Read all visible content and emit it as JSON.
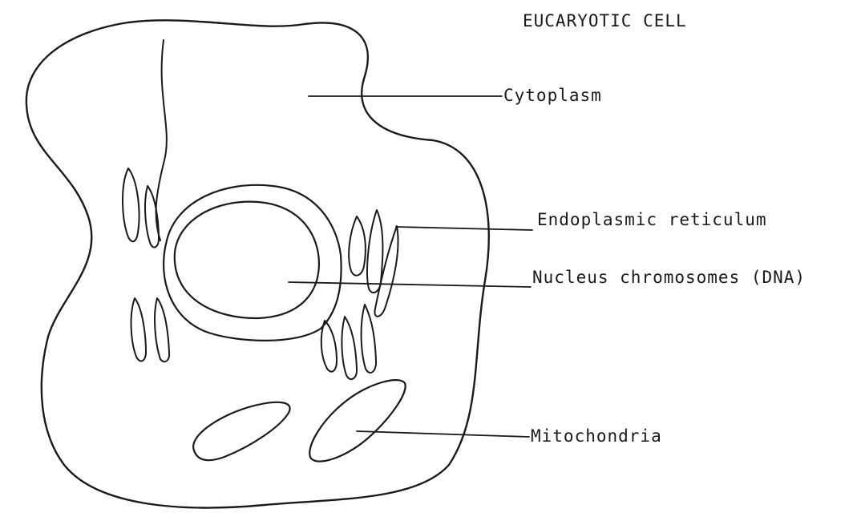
{
  "diagram": {
    "title": "EUCARYOTIC CELL",
    "labels": {
      "cytoplasm": "Cytoplasm",
      "endoplasmic_reticulum": "Endoplasmic reticulum",
      "nucleus": "Nucleus chromosomes (DNA)",
      "mitochondria": "Mitochondria"
    }
  },
  "colors": {
    "ink": "#1a1a1a",
    "background": "#ffffff"
  }
}
